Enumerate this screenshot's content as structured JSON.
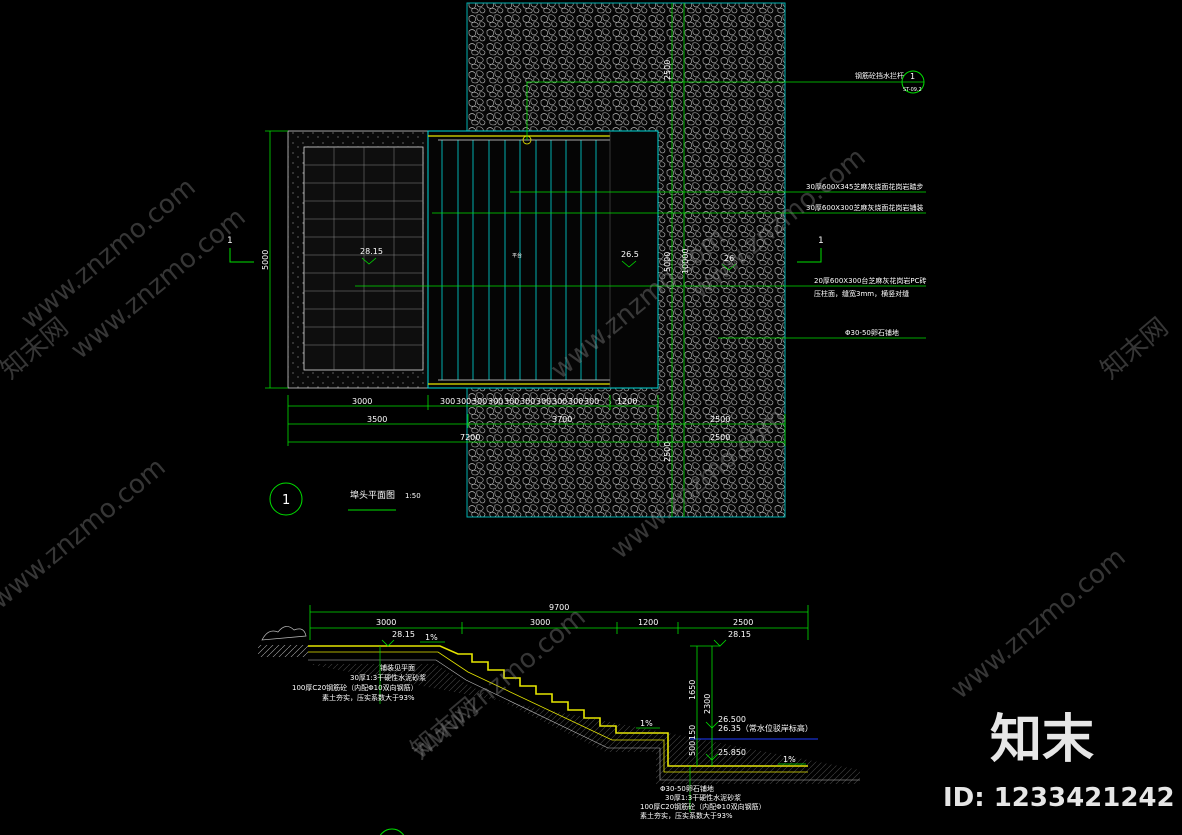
{
  "plan": {
    "title": "埠头平面图",
    "scale": "1:50",
    "section_mark": "1",
    "detail_index": "1",
    "detail_ref": "ST-09.2",
    "levels": {
      "left": "28.15",
      "mid": "26.5",
      "right": "26"
    },
    "deck_label": "平台",
    "dims_row1": [
      "3000",
      "300",
      "300",
      "300",
      "300",
      "300",
      "300",
      "300",
      "300",
      "300",
      "300",
      "1200"
    ],
    "dims_row2": [
      "3500",
      "3700",
      "2500"
    ],
    "dims_row3": [
      "7200",
      "2500"
    ],
    "vert_dims": [
      "5000",
      "2500",
      "5000",
      "10000",
      "2500"
    ],
    "notes": [
      "钢筋砼挡水拦杆",
      "30厚600X345芝麻灰烧面花岗岩踏步",
      "30厚600X300芝麻灰烧面花岗岩铺装",
      "20厚600X300台芝麻灰花岗岩PC砖",
      "压柱面，缝宽3mm，横竖对缝",
      "Φ30-50卵石铺地"
    ]
  },
  "section": {
    "top_dim": "9700",
    "sub_dims": [
      "3000",
      "3000",
      "1200",
      "2500"
    ],
    "levels": {
      "top_left": "28.15",
      "top_right": "28.15",
      "water_high": "26.500",
      "water_mid": "26.35（常水位驳岸标高）",
      "bottom": "25.850"
    },
    "slopes": [
      "1%",
      "1%",
      "1%"
    ],
    "vert_dims": [
      "1650",
      "2300",
      "500",
      "150"
    ],
    "left_notes": [
      "铺装见平面",
      "30厚1:3干硬性水泥砂浆",
      "100厚C20钢筋砼（内配Φ10双向钢筋）",
      "素土夯实，压实系数大于93%"
    ],
    "right_notes": [
      "Φ30-50卵石铺地",
      "30厚1:3干硬性水泥砂浆",
      "100厚C20钢筋砼（内配Φ10双向钢筋）",
      "素土夯实，压实系数大于93%"
    ]
  },
  "watermark": {
    "text": "www.znzmo.com",
    "cn": "知末网",
    "brand": "知末",
    "id_label": "ID: 1233421242"
  },
  "colors": {
    "line_green": "#00e000",
    "cyan": "#00d8d8",
    "yellow": "#e6e600",
    "white": "#ffffff"
  }
}
